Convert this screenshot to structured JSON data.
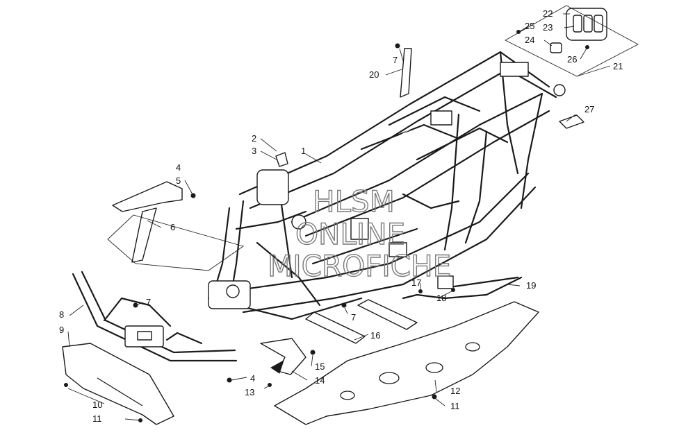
{
  "watermark": {
    "line1": "HLSM",
    "line2": "ONLINE",
    "line3": "MICROFICHE"
  },
  "callouts": [
    {
      "id": "c1",
      "label": "1"
    },
    {
      "id": "c2",
      "label": "2"
    },
    {
      "id": "c3",
      "label": "3"
    },
    {
      "id": "c4a",
      "label": "4"
    },
    {
      "id": "c5",
      "label": "5"
    },
    {
      "id": "c6",
      "label": "6"
    },
    {
      "id": "c7a",
      "label": "7"
    },
    {
      "id": "c7b",
      "label": "7"
    },
    {
      "id": "c7c",
      "label": "7"
    },
    {
      "id": "c8",
      "label": "8"
    },
    {
      "id": "c9",
      "label": "9"
    },
    {
      "id": "c10",
      "label": "10"
    },
    {
      "id": "c11a",
      "label": "11"
    },
    {
      "id": "c11b",
      "label": "11"
    },
    {
      "id": "c12",
      "label": "12"
    },
    {
      "id": "c13",
      "label": "13"
    },
    {
      "id": "c4b",
      "label": "4"
    },
    {
      "id": "c14",
      "label": "14"
    },
    {
      "id": "c15",
      "label": "15"
    },
    {
      "id": "c16",
      "label": "16"
    },
    {
      "id": "c17",
      "label": "17"
    },
    {
      "id": "c18",
      "label": "18"
    },
    {
      "id": "c19",
      "label": "19"
    },
    {
      "id": "c20",
      "label": "20"
    },
    {
      "id": "c21",
      "label": "21"
    },
    {
      "id": "c22",
      "label": "22"
    },
    {
      "id": "c23",
      "label": "23"
    },
    {
      "id": "c24",
      "label": "24"
    },
    {
      "id": "c25",
      "label": "25"
    },
    {
      "id": "c26",
      "label": "26"
    },
    {
      "id": "c27",
      "label": "27"
    }
  ]
}
